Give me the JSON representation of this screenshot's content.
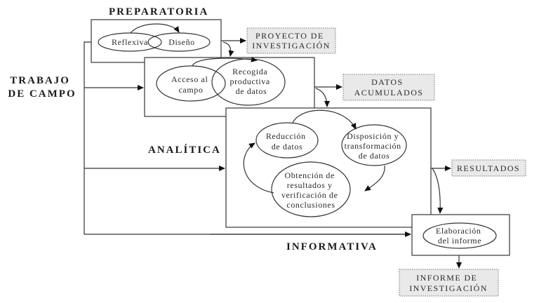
{
  "stages": {
    "preparatoria": "PREPARATORIA",
    "trabajo_de_campo": [
      "TRABAJO",
      "DE CAMPO"
    ],
    "analitica": "ANALÍTICA",
    "informativa": "INFORMATIVA"
  },
  "nodes": {
    "reflexiva": [
      "Reflexiva"
    ],
    "diseno": [
      "Diseño"
    ],
    "acceso_campo": [
      "Acceso al",
      "campo"
    ],
    "recogida": [
      "Recogida",
      "productiva",
      "de datos"
    ],
    "reduccion": [
      "Reducción",
      "de datos"
    ],
    "disposicion": [
      "Disposición y",
      "transformación",
      "de datos"
    ],
    "obtencion": [
      "Obtención de",
      "resultados y",
      "verificación de",
      "conclusiones"
    ],
    "elaboracion": [
      "Elaboración",
      "del informe"
    ]
  },
  "outputs": {
    "proyecto": [
      "PROYECTO DE",
      "INVESTIGACIÓN"
    ],
    "datos": [
      "DATOS",
      "ACUMULADOS"
    ],
    "resultados": [
      "RESULTADOS"
    ],
    "informe": [
      "INFORME DE",
      "INVESTIGACIÓN"
    ]
  }
}
